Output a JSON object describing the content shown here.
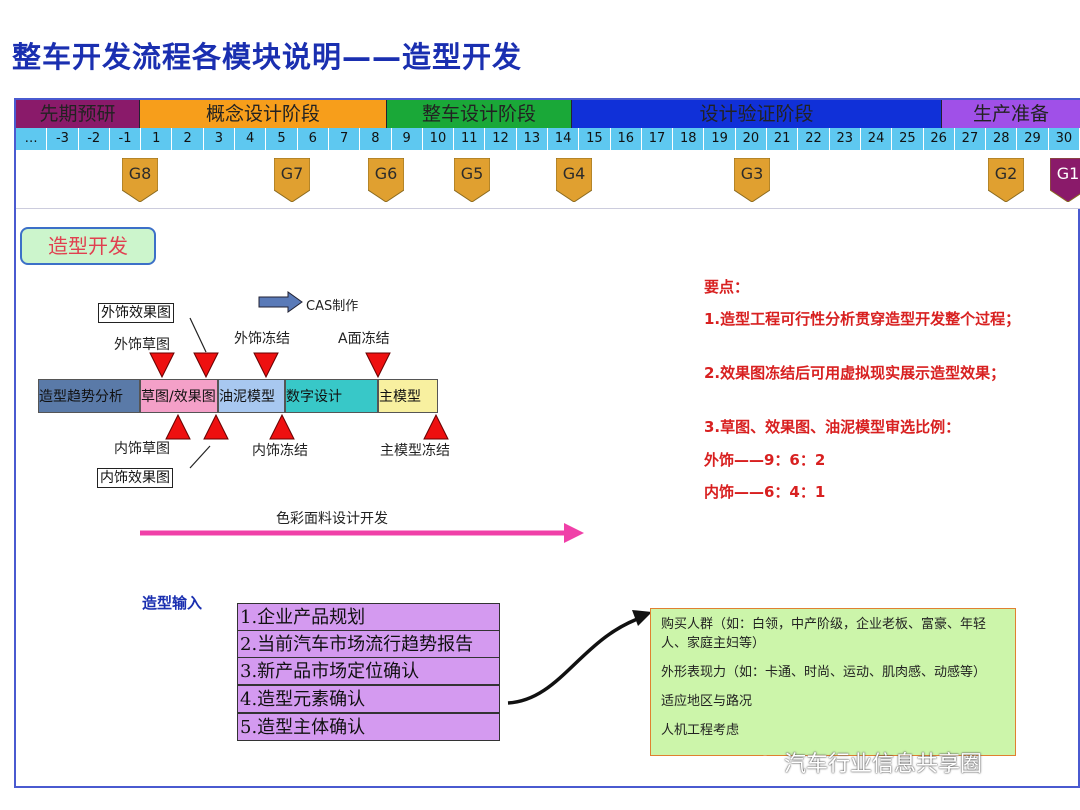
{
  "title": "整车开发流程各模块说明——造型开发",
  "phases": [
    {
      "label": "先期预研",
      "color": "#8a1a6a"
    },
    {
      "label": "概念设计阶段",
      "color": "#f79e1b"
    },
    {
      "label": "整车设计阶段",
      "color": "#1aa838"
    },
    {
      "label": "设计验证阶段",
      "color": "#1030d8"
    },
    {
      "label": "生产准备",
      "color": "#a050e8"
    }
  ],
  "numbers": [
    "…",
    "-3",
    "-2",
    "-1",
    "1",
    "2",
    "3",
    "4",
    "5",
    "6",
    "7",
    "8",
    "9",
    "10",
    "11",
    "12",
    "13",
    "14",
    "15",
    "16",
    "17",
    "18",
    "19",
    "20",
    "21",
    "22",
    "23",
    "24",
    "25",
    "26",
    "27",
    "28",
    "29",
    "30"
  ],
  "gates": [
    {
      "label": "G8",
      "color": "#e0a030"
    },
    {
      "label": "G7",
      "color": "#e0a030"
    },
    {
      "label": "G6",
      "color": "#e0a030"
    },
    {
      "label": "G5",
      "color": "#e0a030"
    },
    {
      "label": "G4",
      "color": "#e0a030"
    },
    {
      "label": "G3",
      "color": "#e0a030"
    },
    {
      "label": "G2",
      "color": "#e0a030"
    },
    {
      "label": "G1",
      "color": "#8a1a6a"
    }
  ],
  "section": "造型开发",
  "flow": {
    "cas_label": "CAS制作",
    "top_labels": {
      "exterior_render": "外饰效果图",
      "exterior_sketch": "外饰草图",
      "exterior_freeze": "外饰冻结",
      "a_surface_freeze": "A面冻结"
    },
    "segments": [
      {
        "label": "造型趋势分析",
        "color": "#5a7aa8"
      },
      {
        "label": "草图/效果图",
        "color": "#f4a0c8"
      },
      {
        "label": "油泥模型",
        "color": "#a8c8f0"
      },
      {
        "label": "数字设计",
        "color": "#38c8c8"
      },
      {
        "label": "主模型",
        "color": "#f8f0a0"
      }
    ],
    "bottom_labels": {
      "interior_sketch": "内饰草图",
      "interior_render": "内饰效果图",
      "interior_freeze": "内饰冻结",
      "master_freeze": "主模型冻结"
    },
    "color_trim": "色彩面料设计开发"
  },
  "key_points": {
    "heading": "要点：",
    "items": [
      "1.造型工程可行性分析贯穿造型开发整个过程；",
      "2.效果图冻结后可用虚拟现实展示造型效果；",
      "3.草图、效果图、油泥模型审选比例：",
      "外饰——9：6：2",
      "内饰——6：4：1"
    ]
  },
  "inputs": {
    "title": "造型输入",
    "items": [
      "1.企业产品规划",
      "2.当前汽车市场流行趋势报告",
      "3.新产品市场定位确认",
      "4.造型元素确认",
      "5.造型主体确认"
    ]
  },
  "detail": [
    "购买人群（如：白领，中产阶级，企业老板、富豪、年轻人、家庭主妇等）",
    "外形表现力（如：卡通、时尚、运动、肌肉感、动感等）",
    "适应地区与路况",
    "人机工程考虑"
  ],
  "watermark": "汽车行业信息共享圈"
}
